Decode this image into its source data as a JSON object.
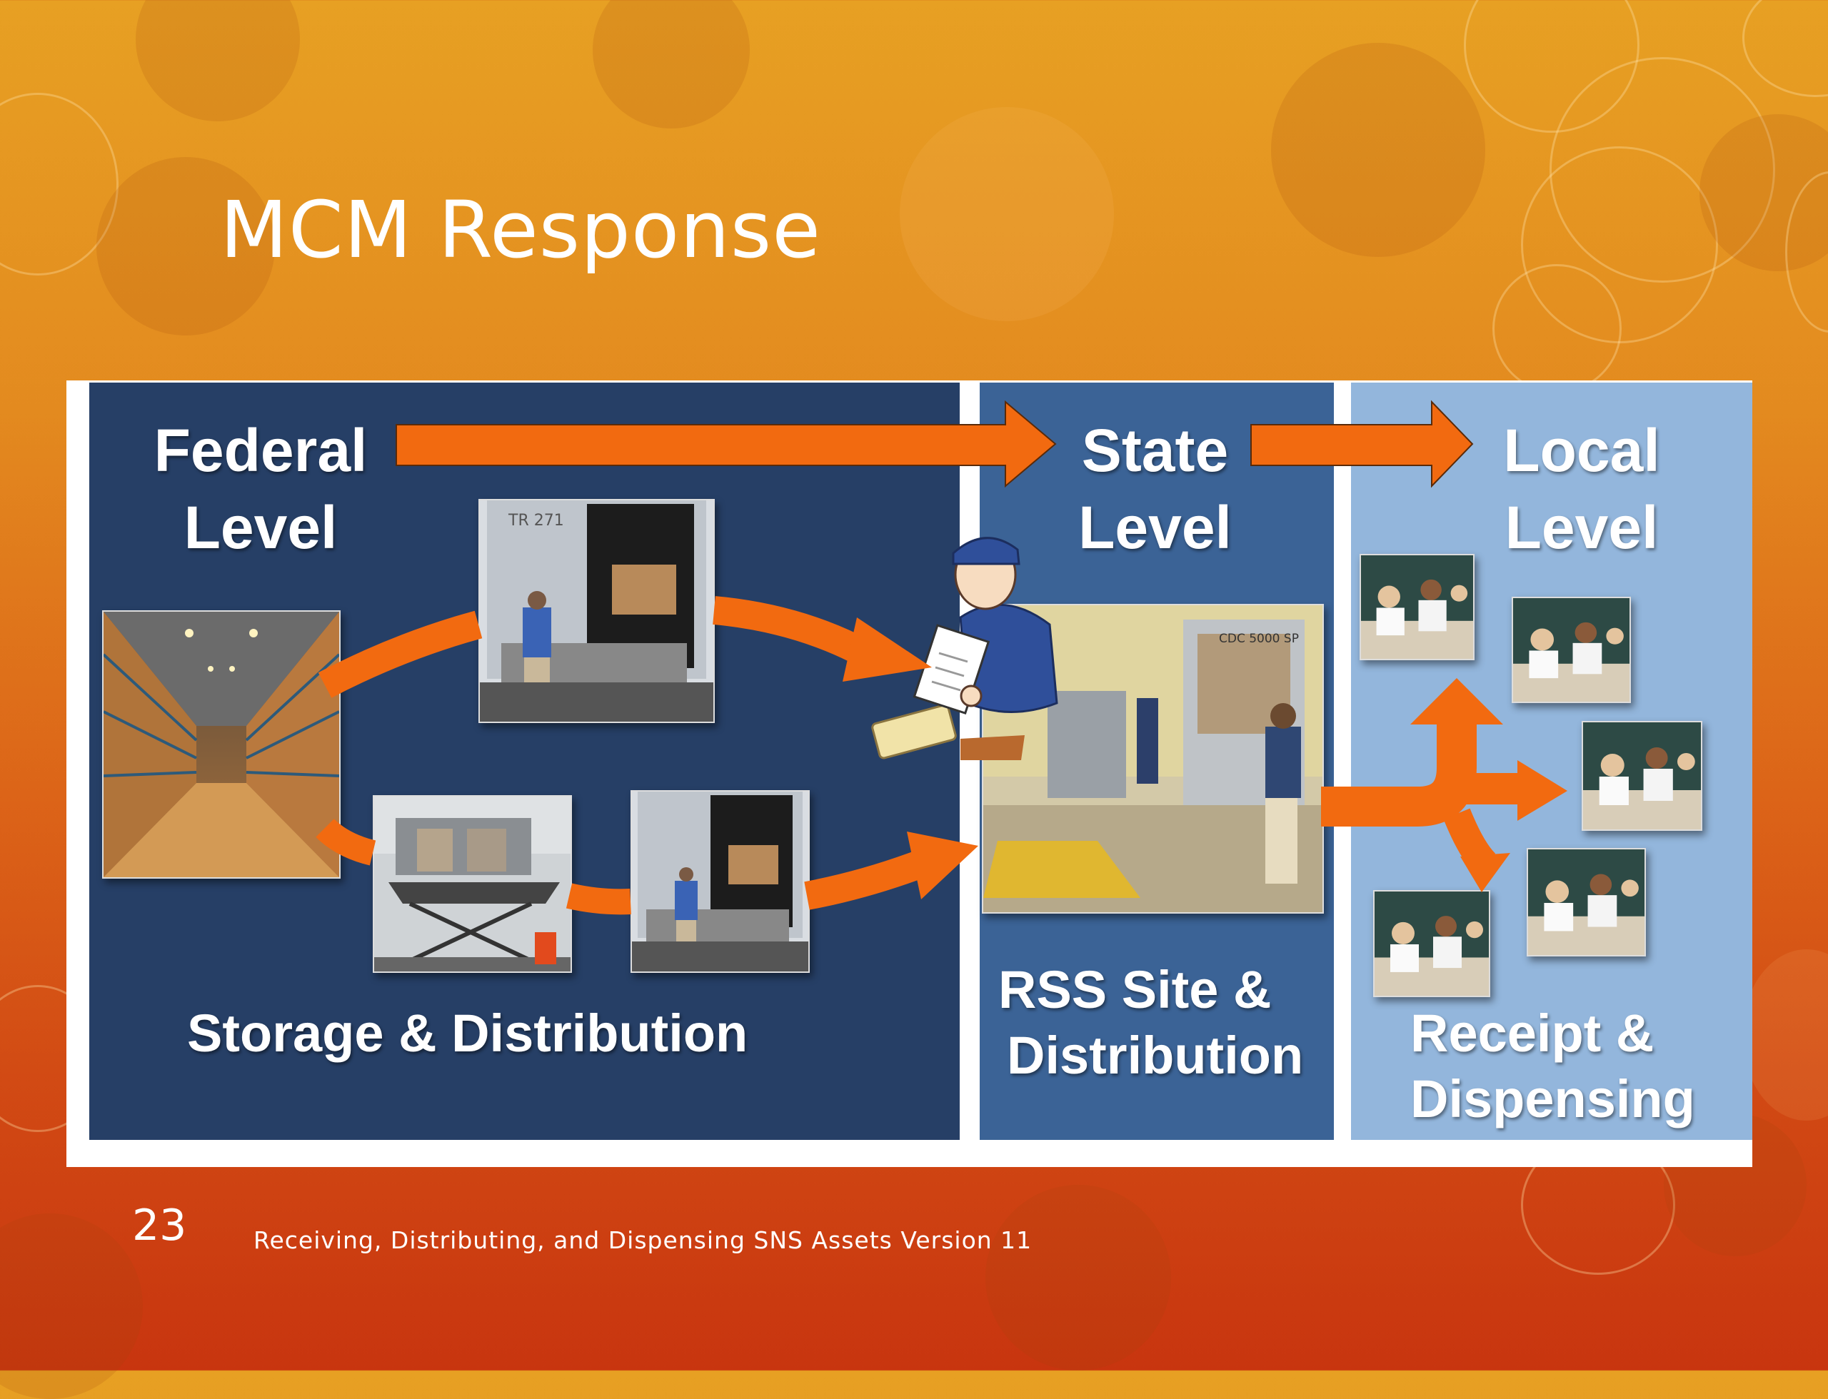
{
  "slide": {
    "title": "MCM Response",
    "page_number": "23",
    "footer": "Receiving, Distributing, and Dispensing SNS Assets Version 11"
  },
  "diagram": {
    "federal": {
      "heading_line1": "Federal",
      "heading_line2": "Level",
      "caption": "Storage & Distribution"
    },
    "state": {
      "heading_line1": "State",
      "heading_line2": "Level",
      "caption_line1": "RSS Site &",
      "caption_line2": "Distribution"
    },
    "local": {
      "heading_line1": "Local",
      "heading_line2": "Level",
      "caption_line1": "Receipt &",
      "caption_line2": "Dispensing"
    },
    "truck_label": "TR 271",
    "cart_label": "CDC 5000 SP"
  },
  "colors": {
    "federal_panel": "#263f66",
    "state_panel": "#3b6396",
    "local_panel": "#93b6dc",
    "arrow": "#f26a10",
    "title_text": "#ffffff"
  }
}
